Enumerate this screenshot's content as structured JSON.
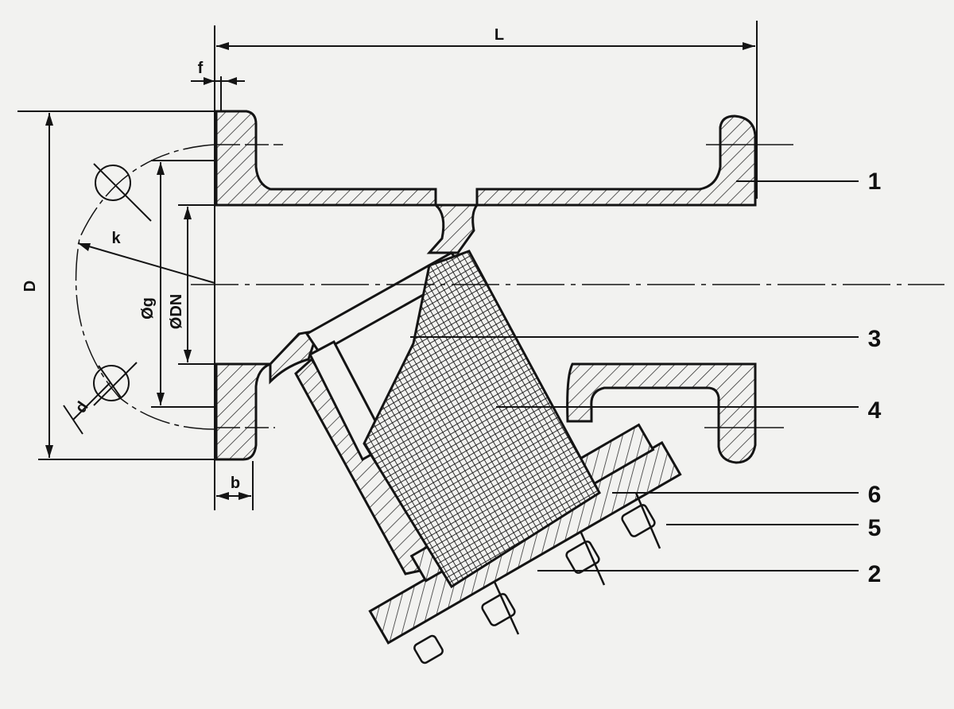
{
  "dimensions": {
    "L": "L",
    "f": "f",
    "D": "D",
    "k": "k",
    "g": "Øg",
    "DN": "ØDN",
    "b": "b",
    "d": "d"
  },
  "parts": [
    "1",
    "3",
    "4",
    "6",
    "5",
    "2"
  ],
  "colors": {
    "line": "#141414",
    "paper": "#f2f2f0",
    "hatch": "#333333"
  }
}
